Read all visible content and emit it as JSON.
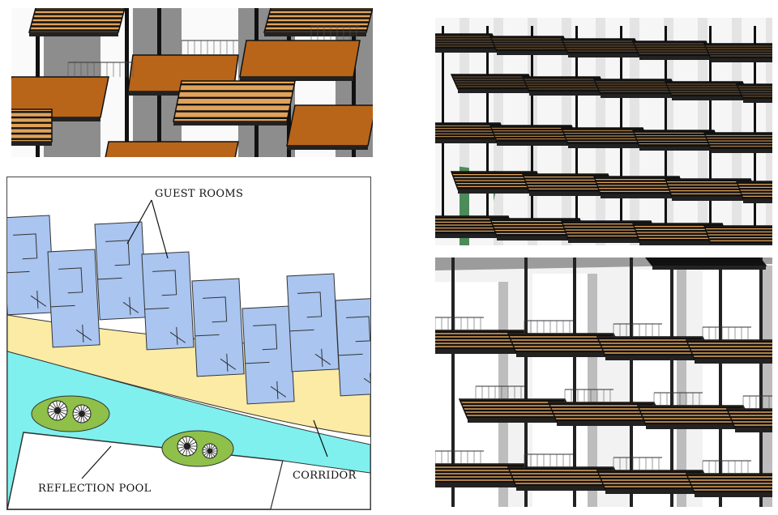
{
  "plan": {
    "labels": {
      "guest_rooms": "GUEST ROOMS",
      "corridor": "CORRIDOR",
      "reflection_pool": "REFLECTION POOL"
    },
    "colors": {
      "room": "#a9c5f0",
      "corridor": "#fbeba5",
      "pool": "#7ff0ee",
      "planter": "#8ec04a",
      "outline": "#333333"
    }
  },
  "renders": {
    "colors": {
      "deck": "#b8651a",
      "slat": "#e0a25a",
      "frame": "#111111",
      "wall": "#f4f4f4",
      "shadow": "#9a9a9a",
      "lawn": "#4c8c5a"
    }
  }
}
